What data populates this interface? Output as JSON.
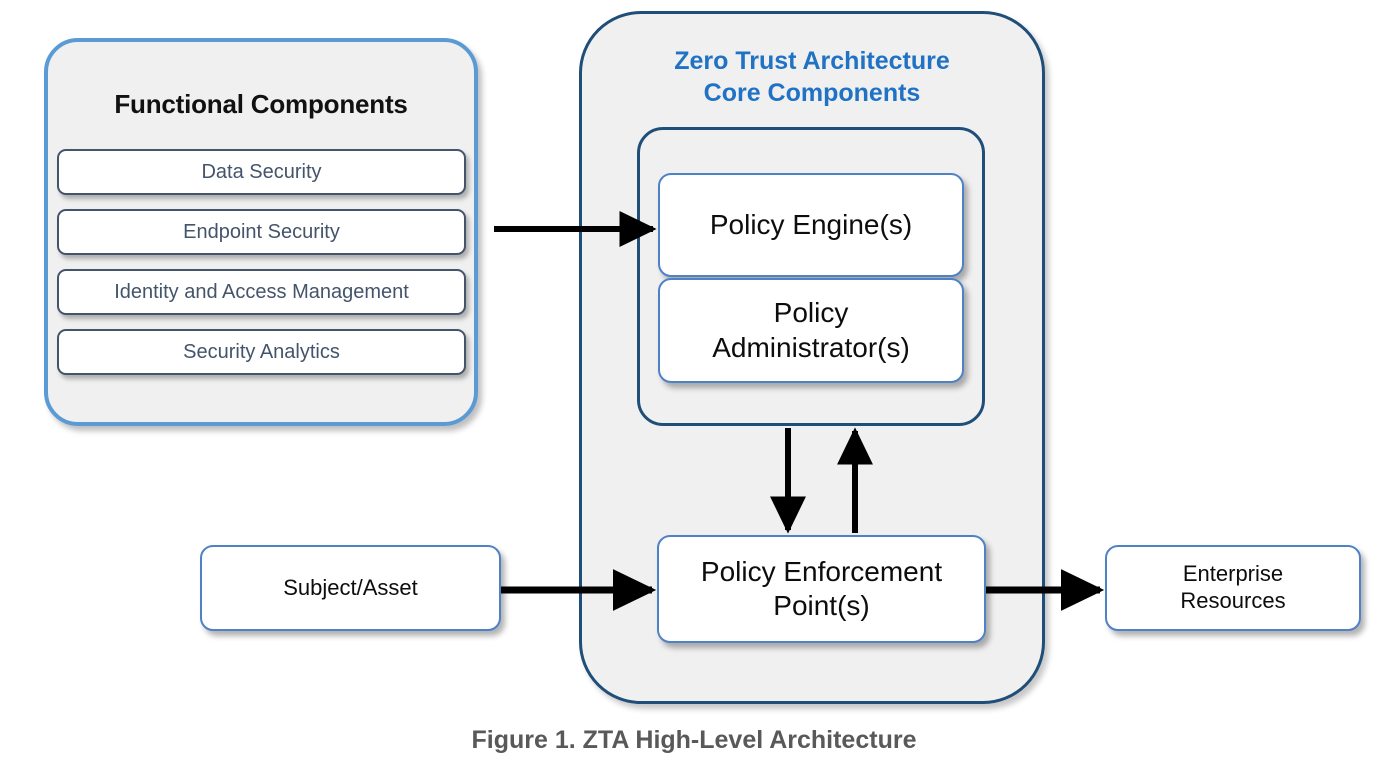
{
  "figure": {
    "caption": "Figure 1. ZTA High-Level Architecture"
  },
  "colors": {
    "functional_panel_border": "#5B9BD5",
    "panel_fill": "#F0F0F0",
    "zta_border": "#1F4E79",
    "zta_title": "#1F72C4",
    "node_border": "#4F81C7",
    "fc_item_border": "#44546A",
    "fc_item_text": "#44546A",
    "arrow": "#000000",
    "caption_text": "#595959"
  },
  "functional_panel": {
    "title": "Functional Components",
    "items": [
      {
        "label": "Data Security"
      },
      {
        "label": "Endpoint Security"
      },
      {
        "label": "Identity and Access Management"
      },
      {
        "label": "Security Analytics"
      }
    ]
  },
  "zta_panel": {
    "title_line1": "Zero Trust Architecture",
    "title_line2": "Core Components",
    "policy_group": {
      "engine": "Policy Engine(s)",
      "administrator_line1": "Policy",
      "administrator_line2": "Administrator(s)"
    },
    "enforcement": {
      "line1": "Policy Enforcement",
      "line2": "Point(s)"
    }
  },
  "external_nodes": {
    "subject": "Subject/Asset",
    "enterprise_line1": "Enterprise",
    "enterprise_line2": "Resources"
  },
  "connectors": [
    {
      "name": "functional-to-policy-engine",
      "from": "Functional Components",
      "to": "Policy Engine(s)",
      "direction": "right"
    },
    {
      "name": "policy-admin-to-pep",
      "from": "Policy Administrator(s)",
      "to": "Policy Enforcement Point(s)",
      "direction": "down"
    },
    {
      "name": "pep-to-policy-admin",
      "from": "Policy Enforcement Point(s)",
      "to": "Policy Administrator(s)",
      "direction": "up"
    },
    {
      "name": "subject-to-pep",
      "from": "Subject/Asset",
      "to": "Policy Enforcement Point(s)",
      "direction": "right"
    },
    {
      "name": "pep-to-enterprise",
      "from": "Policy Enforcement Point(s)",
      "to": "Enterprise Resources",
      "direction": "right"
    }
  ]
}
